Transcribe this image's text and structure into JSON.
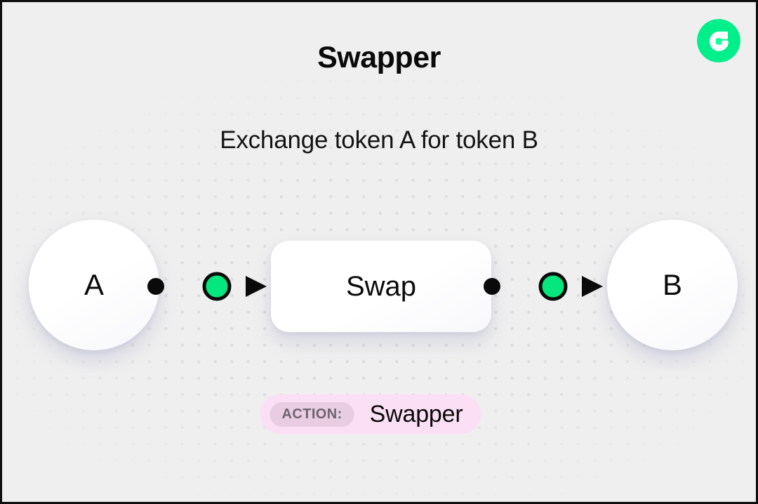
{
  "theme": {
    "background": "#efefef",
    "dot_color": "#dcdcdc",
    "frame_border": "#0d0d0d",
    "accent_green": "#00ef8b",
    "node_green": "#05e67e",
    "edge_black": "#0a0a0a",
    "badge_bg": "#fbdff5",
    "badge_pill_bg": "#e8cde2",
    "badge_pill_text": "#6e6470",
    "card_white": "#ffffff"
  },
  "header": {
    "title": "Swapper",
    "subtitle": "Exchange token A for token B",
    "logo_name": "flow-logo-icon",
    "logo_alt": "Flow"
  },
  "diagram": {
    "type": "flow",
    "nodes": [
      {
        "id": "a",
        "label": "A",
        "shape": "circle",
        "name": "node-token-a"
      },
      {
        "id": "swap",
        "label": "Swap",
        "shape": "rounded-rect",
        "name": "node-swap"
      },
      {
        "id": "b",
        "label": "B",
        "shape": "circle",
        "name": "node-token-b"
      }
    ],
    "edges": [
      {
        "from": "a",
        "to": "swap",
        "name": "edge-a-to-swap",
        "source_marker": "dot",
        "mid_marker": "green-circle",
        "target_marker": "arrow"
      },
      {
        "from": "swap",
        "to": "b",
        "name": "edge-swap-to-b",
        "source_marker": "dot",
        "mid_marker": "green-circle",
        "target_marker": "arrow"
      }
    ]
  },
  "action_badge": {
    "label": "ACTION:",
    "value": "Swapper"
  }
}
